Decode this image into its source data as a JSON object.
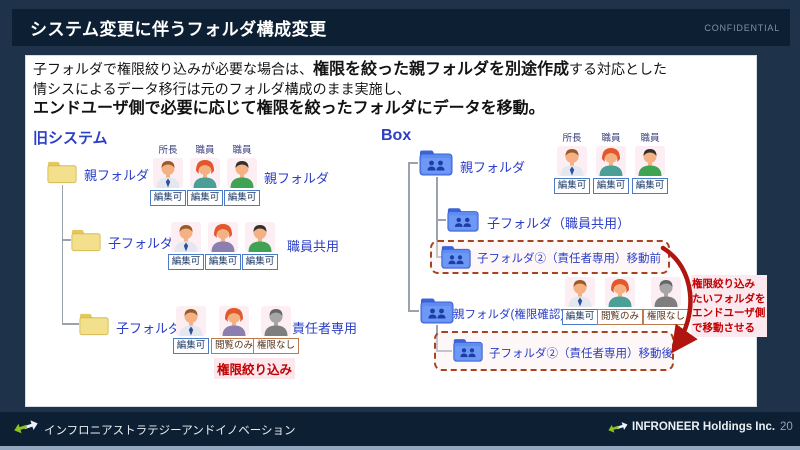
{
  "header": {
    "title": "システム変更に伴うフォルダ構成変更",
    "confidential": "CONFIDENTIAL"
  },
  "summary": {
    "line1_pre": "子フォルダで権限絞り込みが必要な場合は、",
    "line1_bold": "権限を絞った親フォルダを別途作成",
    "line1_post": "する対応とした",
    "line2": "情シスによるデータ移行は元のフォルダ構成のまま実施し、",
    "line3": "エンドユーザ側で必要に応じて権限を絞ったフォルダにデータを移動。"
  },
  "left": {
    "heading": "旧システム",
    "rows": [
      {
        "folder_label": "親フォルダ",
        "group_label": "親フォルダ",
        "persons": [
          {
            "name": "所長",
            "badge": "編集可"
          },
          {
            "name": "職員",
            "badge": "編集可"
          },
          {
            "name": "職員",
            "badge": "編集可"
          }
        ]
      },
      {
        "folder_label": "子フォルダ",
        "group_label": "職員共用",
        "persons": [
          {
            "badge": "編集可"
          },
          {
            "badge": "編集可"
          },
          {
            "badge": "編集可"
          }
        ]
      },
      {
        "folder_label": "子フォルダ②",
        "group_label": "責任者専用",
        "persons": [
          {
            "badge": "編集可"
          },
          {
            "badge": "閲覧のみ"
          },
          {
            "badge": "権限なし"
          }
        ],
        "note": "権限絞り込み"
      }
    ]
  },
  "right": {
    "heading": "Box",
    "parent1_label": "親フォルダ",
    "parent1_persons": [
      {
        "name": "所長",
        "badge": "編集可"
      },
      {
        "name": "職員",
        "badge": "編集可"
      },
      {
        "name": "職員",
        "badge": "編集可"
      }
    ],
    "child1_label": "子フォルダ（職員共用）",
    "moved_before_label": "子フォルダ②（責任者専用）移動前",
    "parent2_label": "親フォルダ(権限確認)",
    "parent2_persons": [
      {
        "badge": "編集可"
      },
      {
        "badge": "閲覧のみ"
      },
      {
        "badge": "権限なし"
      }
    ],
    "moved_after_label": "子フォルダ②（責任者専用）移動後",
    "annotation": [
      "権限絞り込み",
      "たいフォルダを",
      "エンドユーザ側",
      "で移動させる"
    ]
  },
  "footer": {
    "company_left": "インフロニアストラテジーアンドイノベーション",
    "company_right": "INFRONEER Holdings Inc.",
    "page_number": "20"
  },
  "colors": {
    "accent_blue": "#2b3ec6",
    "alert_red": "#c00000",
    "badge_blue_border": "#4a7ac8",
    "badge_orange_border": "#bf7a4e",
    "dashed_red": "#a8431f",
    "yellow_folder": "#f2e08d",
    "blue_folder": "#5e8cf2"
  }
}
